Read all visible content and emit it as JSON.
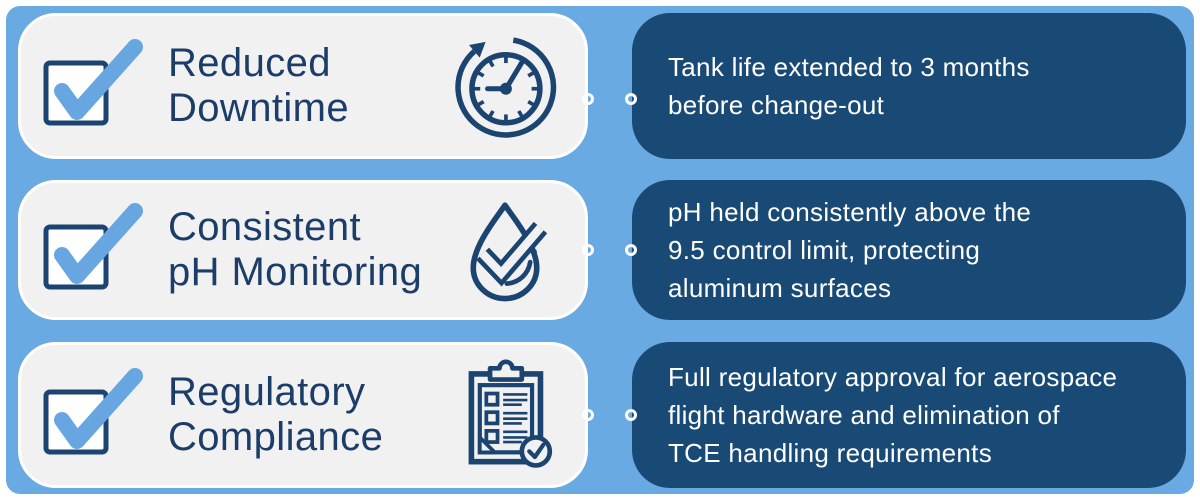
{
  "palette": {
    "panel": "#6aaae2",
    "card": "#f1f1f2",
    "navy": "#194a75",
    "icon-navy": "#1b4470",
    "title-navy": "#1c3d68",
    "check-blue": "#67a6e0"
  },
  "rows": [
    {
      "title": "Reduced\nDowntime",
      "icon": "clock-refresh-icon",
      "description": "Tank life extended to 3 months\nbefore change-out"
    },
    {
      "title": "Consistent\npH Monitoring",
      "icon": "water-drop-check-icon",
      "description": "pH held consistently above the\n9.5 control limit, protecting\naluminum surfaces"
    },
    {
      "title": "Regulatory\nCompliance",
      "icon": "clipboard-checklist-icon",
      "description": "Full regulatory approval for aerospace\nflight hardware and elimination of\nTCE handling requirements"
    }
  ]
}
